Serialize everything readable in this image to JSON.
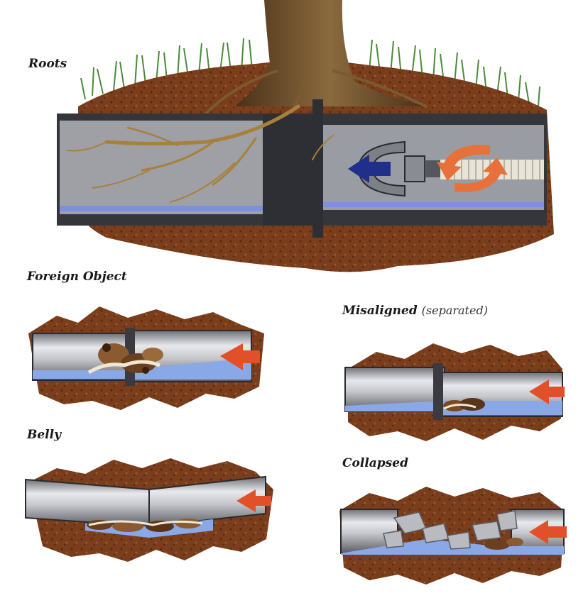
{
  "labels": {
    "roots": "Roots",
    "foreign_object": "Foreign Object",
    "misaligned": "Misaligned",
    "misaligned_sub": "(separated)",
    "belly": "Belly",
    "collapsed": "Collapsed"
  },
  "colors": {
    "soil": "#7a3e1c",
    "soil_dark": "#5a2a12",
    "pipe_gray": "#9a9ca3",
    "pipe_dark": "#3a3a40",
    "water": "#8aa8e6",
    "root": "#a8803c",
    "arrow_red": "#e2502a",
    "arrow_blue": "#1f2f8a",
    "grass": "#4a8a3a"
  },
  "icons": [
    "tree-icon",
    "root-cutter-icon",
    "flow-arrow-icon",
    "rotation-arrow-icon"
  ]
}
